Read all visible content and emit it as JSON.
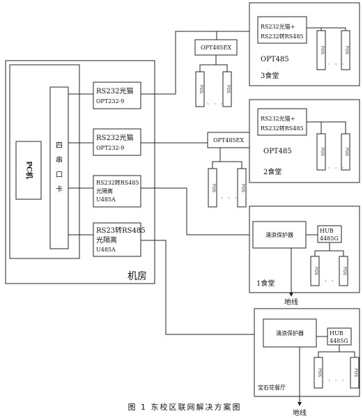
{
  "machine_room": {
    "label": "机房",
    "pc": "PC机",
    "serial_card": [
      "四",
      "串",
      "口",
      "卡"
    ],
    "modules": [
      {
        "line1": "RS232光猫",
        "line2": "OPT232-9"
      },
      {
        "line1": "RS232光猫",
        "line2": "OPT232-9"
      },
      {
        "line1": "RS232转RS485",
        "line2": "光隔离",
        "line3": "U485A"
      },
      {
        "line1": "RS23转RS485",
        "line2": "光隔离",
        "line3": "U485A"
      }
    ]
  },
  "canteen3": {
    "module_line1": "RS232光猫+",
    "module_line2": "RS232转RS485",
    "sublabel": "OPT485",
    "label": "3食堂",
    "hub": "OPT485EX"
  },
  "canteen2": {
    "module_line1": "RS232光猫+",
    "module_line2": "RS232转RS485",
    "sublabel": "OPT485",
    "label": "2食堂",
    "hub": "OPT485EX"
  },
  "canteen1": {
    "protector": "涌浪保护器",
    "hub_line1": "HUB",
    "hub_line2": "4485G",
    "label": "1食堂",
    "ground": "地线"
  },
  "baoshi": {
    "protector": "涌浪保护器",
    "hub_line1": "HUB",
    "hub_line2": "4485G",
    "label": "宝石花餐厅",
    "ground": "地线"
  },
  "pos_label": "POS",
  "ellipsis": "· · ·",
  "caption": "图 1 东校区联网解决方案图"
}
